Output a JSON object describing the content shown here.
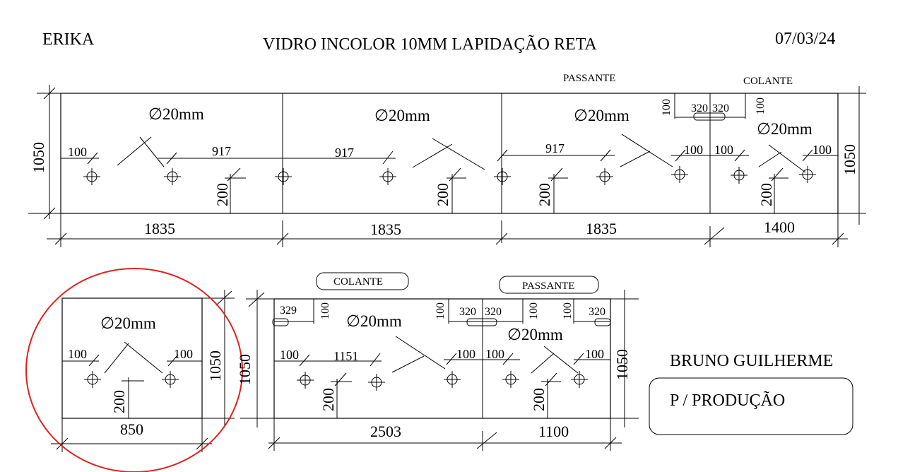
{
  "header": {
    "client": "ERIKA",
    "title": "VIDRO INCOLOR 10MM LAPIDAÇÃO RETA",
    "date": "07/03/24"
  },
  "top_panel": {
    "height": "1050",
    "widths": [
      "1835",
      "1835",
      "1835",
      "1400"
    ],
    "hole_label": "∅20mm",
    "passante": "PASSANTE",
    "colante": "COLANTE",
    "d100": "100",
    "d917": "917",
    "d200": "200",
    "d320": "320"
  },
  "bottom_left_panel": {
    "width": "850",
    "height": "1050",
    "hole_label": "∅20mm",
    "d100": "100",
    "d200": "200"
  },
  "bottom_right_panel": {
    "height": "1050",
    "widths": [
      "2503",
      "1100"
    ],
    "hole_label": "∅20mm",
    "colante": "COLANTE",
    "passante": "PASSANTE",
    "d329": "329",
    "d100": "100",
    "d320": "320",
    "d1151": "1151",
    "d200": "200"
  },
  "footer": {
    "name": "BRUNO GUILHERME",
    "note": "P / PRODUÇÃO"
  },
  "colors": {
    "line": "#000000",
    "highlight": "#e02020",
    "background": "#ffffff"
  }
}
